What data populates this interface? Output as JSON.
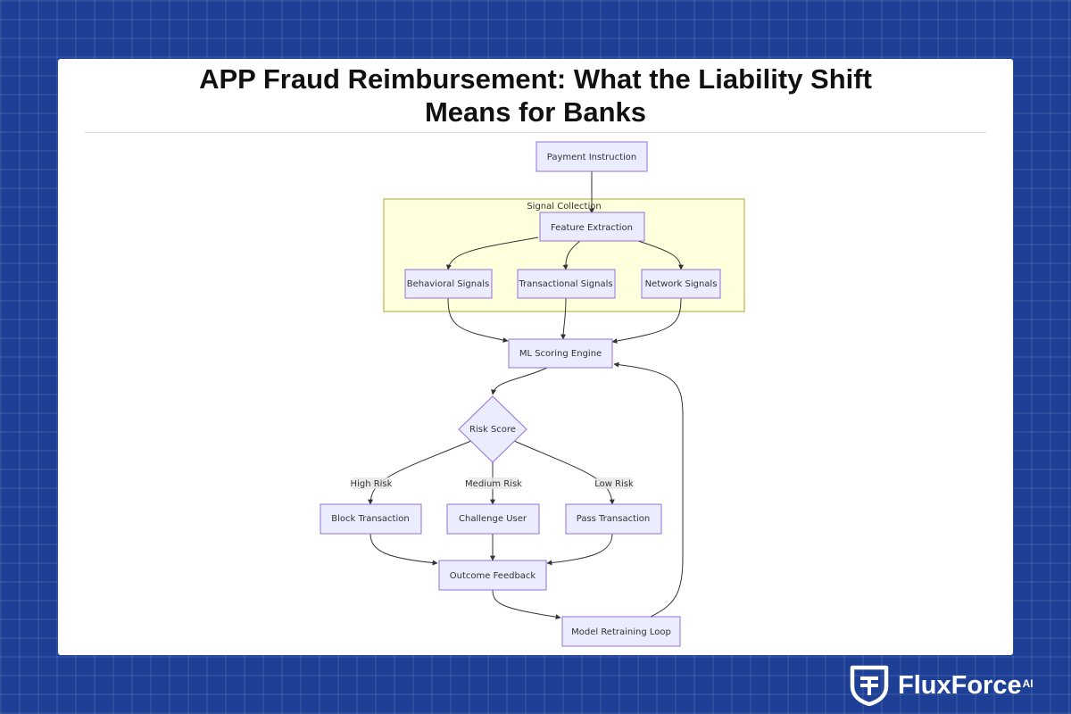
{
  "header": {
    "title_line1": "APP Fraud Reimbursement: What the Liability Shift",
    "title_line2": "Means for Banks"
  },
  "diagram": {
    "groups": [
      {
        "id": "signal_collection",
        "label": "Signal Collection"
      }
    ],
    "nodes": [
      {
        "id": "payment_instruction",
        "label": "Payment Instruction",
        "shape": "rect"
      },
      {
        "id": "feature_extraction",
        "label": "Feature Extraction",
        "shape": "rect",
        "group": "signal_collection"
      },
      {
        "id": "behavioral_signals",
        "label": "Behavioral Signals",
        "shape": "rect",
        "group": "signal_collection"
      },
      {
        "id": "transactional_signals",
        "label": "Transactional Signals",
        "shape": "rect",
        "group": "signal_collection"
      },
      {
        "id": "network_signals",
        "label": "Network Signals",
        "shape": "rect",
        "group": "signal_collection"
      },
      {
        "id": "ml_scoring_engine",
        "label": "ML Scoring Engine",
        "shape": "rect"
      },
      {
        "id": "risk_score",
        "label": "Risk Score",
        "shape": "diamond"
      },
      {
        "id": "block_transaction",
        "label": "Block Transaction",
        "shape": "rect"
      },
      {
        "id": "challenge_user",
        "label": "Challenge User",
        "shape": "rect"
      },
      {
        "id": "pass_transaction",
        "label": "Pass Transaction",
        "shape": "rect"
      },
      {
        "id": "outcome_feedback",
        "label": "Outcome Feedback",
        "shape": "rect"
      },
      {
        "id": "model_retraining_loop",
        "label": "Model Retraining Loop",
        "shape": "rect"
      }
    ],
    "edges": [
      {
        "from": "payment_instruction",
        "to": "feature_extraction",
        "label": ""
      },
      {
        "from": "feature_extraction",
        "to": "behavioral_signals",
        "label": ""
      },
      {
        "from": "feature_extraction",
        "to": "transactional_signals",
        "label": ""
      },
      {
        "from": "feature_extraction",
        "to": "network_signals",
        "label": ""
      },
      {
        "from": "behavioral_signals",
        "to": "ml_scoring_engine",
        "label": ""
      },
      {
        "from": "transactional_signals",
        "to": "ml_scoring_engine",
        "label": ""
      },
      {
        "from": "network_signals",
        "to": "ml_scoring_engine",
        "label": ""
      },
      {
        "from": "ml_scoring_engine",
        "to": "risk_score",
        "label": ""
      },
      {
        "from": "risk_score",
        "to": "block_transaction",
        "label": "High Risk"
      },
      {
        "from": "risk_score",
        "to": "challenge_user",
        "label": "Medium Risk"
      },
      {
        "from": "risk_score",
        "to": "pass_transaction",
        "label": "Low Risk"
      },
      {
        "from": "block_transaction",
        "to": "outcome_feedback",
        "label": ""
      },
      {
        "from": "challenge_user",
        "to": "outcome_feedback",
        "label": ""
      },
      {
        "from": "pass_transaction",
        "to": "outcome_feedback",
        "label": ""
      },
      {
        "from": "outcome_feedback",
        "to": "model_retraining_loop",
        "label": ""
      },
      {
        "from": "model_retraining_loop",
        "to": "ml_scoring_engine",
        "label": ""
      }
    ]
  },
  "brand": {
    "name": "FluxForce",
    "suffix": "AI",
    "icon": "shield-icon",
    "background_color": "#1e3f96",
    "node_fill": "#ececff",
    "node_stroke": "#9370db",
    "group_fill": "#ffffde"
  }
}
